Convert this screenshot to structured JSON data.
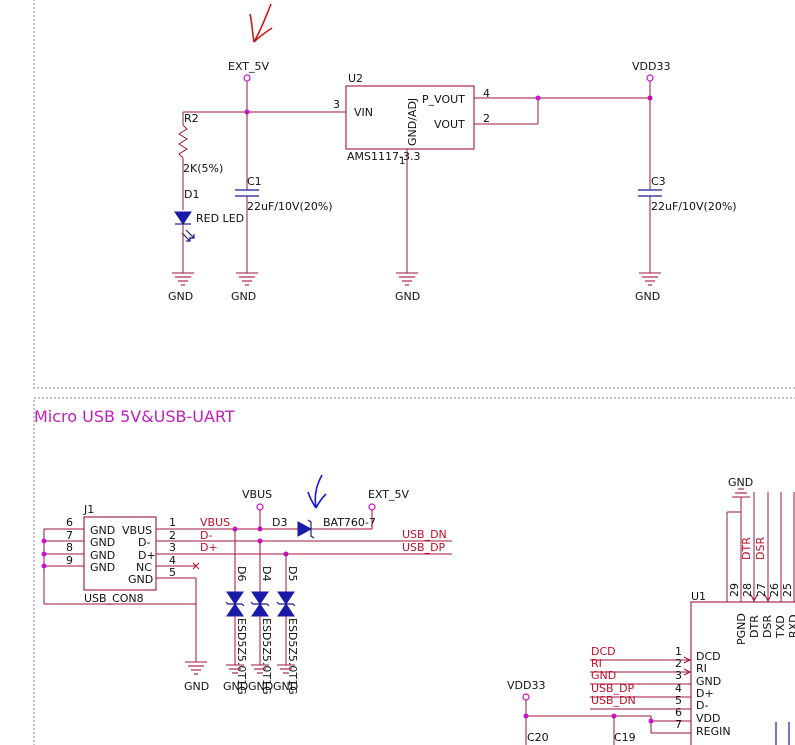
{
  "power_section": {
    "ext_5v": "EXT_5V",
    "vdd33": "VDD33",
    "u2_ref": "U2",
    "u2_part": "AMS1117-3.3",
    "u2_pins": {
      "vin": "VIN",
      "gnd_adj": "GND/ADJ",
      "p_vout": "P_VOUT",
      "vout": "VOUT",
      "n3": "3",
      "n4": "4",
      "n2": "2",
      "n1": "1"
    },
    "r2_ref": "R2",
    "r2_val": "2K(5%)",
    "d1_ref": "D1",
    "d1_val": "RED LED",
    "c1_ref": "C1",
    "c1_val": "22uF/10V(20%)",
    "c3_ref": "C3",
    "c3_val": "22uF/10V(20%)",
    "gnd": "GND"
  },
  "usb_section": {
    "title": "Micro USB  5V&USB-UART",
    "j1_ref": "J1",
    "j1_part": "USB_CON8",
    "j1_pins": [
      {
        "num": "6",
        "name": "GND"
      },
      {
        "num": "7",
        "name": "GND"
      },
      {
        "num": "8",
        "name": "GND"
      },
      {
        "num": "9",
        "name": "GND"
      }
    ],
    "j1_right_pins": [
      {
        "num": "1",
        "name": "VBUS"
      },
      {
        "num": "2",
        "name": "D-"
      },
      {
        "num": "3",
        "name": "D+"
      },
      {
        "num": "4",
        "name": "NC"
      },
      {
        "num": "5",
        "name": "GND"
      }
    ],
    "net_vbus": "VBUS",
    "net_dm": "D-",
    "net_dp": "D+",
    "vbus": "VBUS",
    "ext_5v": "EXT_5V",
    "d3_ref": "D3",
    "d3_part": "BAT760-7",
    "usb_dn": "USB_DN",
    "usb_dp": "USB_DP",
    "d6_ref": "D6",
    "d4_ref": "D4",
    "d5_ref": "D5",
    "esd_part": "ESD5Z5.0T1G",
    "esd_part_2": "ESD5Z5.0T1G",
    "esd_part_3": "ESD5Z5.0T1G",
    "gnd": "GND",
    "gnd_b": "GND",
    "gnd_c": "GND",
    "gnd_d": "GND",
    "gnd_top": "GND",
    "vdd33": "VDD33",
    "c20_ref": "C20",
    "c19_ref": "C19",
    "u1_ref": "U1",
    "u1_left_pins": [
      {
        "num": "1",
        "name": "DCD",
        "net": "DCD"
      },
      {
        "num": "2",
        "name": "RI",
        "net": "RI"
      },
      {
        "num": "3",
        "name": "GND",
        "net": "GND"
      },
      {
        "num": "4",
        "name": "D+",
        "net": "USB_DP"
      },
      {
        "num": "5",
        "name": "D-",
        "net": "USB_DN"
      },
      {
        "num": "6",
        "name": "VDD",
        "net": ""
      },
      {
        "num": "7",
        "name": "REGIN",
        "net": ""
      }
    ],
    "u1_top_pins": [
      {
        "num": "29",
        "name": "PGND",
        "net": ""
      },
      {
        "num": "28",
        "name": "DTR",
        "net": "DTR"
      },
      {
        "num": "27",
        "name": "DSR",
        "net": "DSR"
      },
      {
        "num": "26",
        "name": "TXD",
        "net": ""
      },
      {
        "num": "25",
        "name": "RXD",
        "net": ""
      }
    ]
  }
}
